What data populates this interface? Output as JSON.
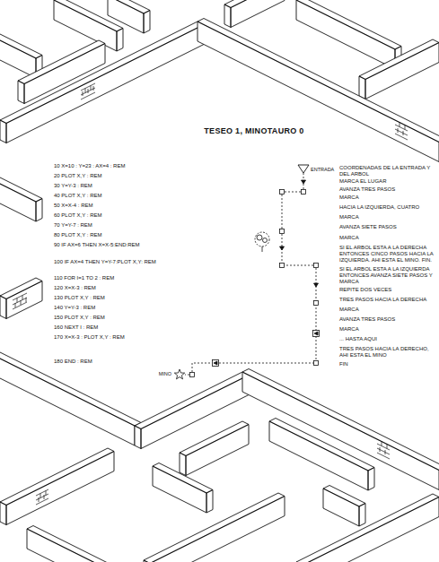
{
  "diagram": {
    "title": "TESEO 1, MINOTAURO 0",
    "labels": [
      "ENTRADA",
      "10 X=10 : Y=23 : AX=4 : REM",
      "20 PLOT X,Y : REM",
      "30 Y=Y-3 : REM",
      "40 PLOT X,Y : REM",
      "50 X=X-4 : REM",
      "60 PLOT X,Y : REM",
      "70 Y=Y-7 : REM",
      "80 PLOT X,Y : REM",
      "90 IF AX=6 THEN X=X-5:END:REM",
      "100 IF AX=4 THEN Y=Y-7:PLOT X,Y: REM",
      "110 FOR I=1 TO 2 : REM",
      "120 X=X-3 : REM",
      "130 PLOT X,Y : REM",
      "140 Y=Y-3 : REM",
      "150 PLOT X,Y : REM",
      "160 NEXT I : REM",
      "170 X=X-3 : PLOT X,Y : REM",
      "180 END : REM",
      "COORDENADAS DE LA ENTRADA Y DEL ARBOL",
      "MARCA EL LUGAR",
      "AVANZA TRES PASOS",
      "MARCA",
      "HACIA LA IZQUIERDA, CUATRO",
      "MARCA",
      "AVANZA SIETE PASOS",
      "MARCA",
      "SI EL ARBOL ESTA A LA DERECHA ENTONCES CINCO PASOS HACIA LA IZQUIERDA. AHI ESTA EL MINO. FIN.",
      "SI EL ARBOL ESTA A LA IZQUIERDA ENTONCES AVANZA SIETE PASOS Y MARCA",
      "REPITE DOS VECES",
      "TRES PASOS HACIA LA DERECHA",
      "MARCA",
      "AVANZA TRES PASOS",
      "MARCA",
      "... HASTA AQUI",
      "TRES PASOS HACIA LA DERECHO, AHI ESTA EL MINO",
      "FIN",
      "MINO"
    ]
  }
}
